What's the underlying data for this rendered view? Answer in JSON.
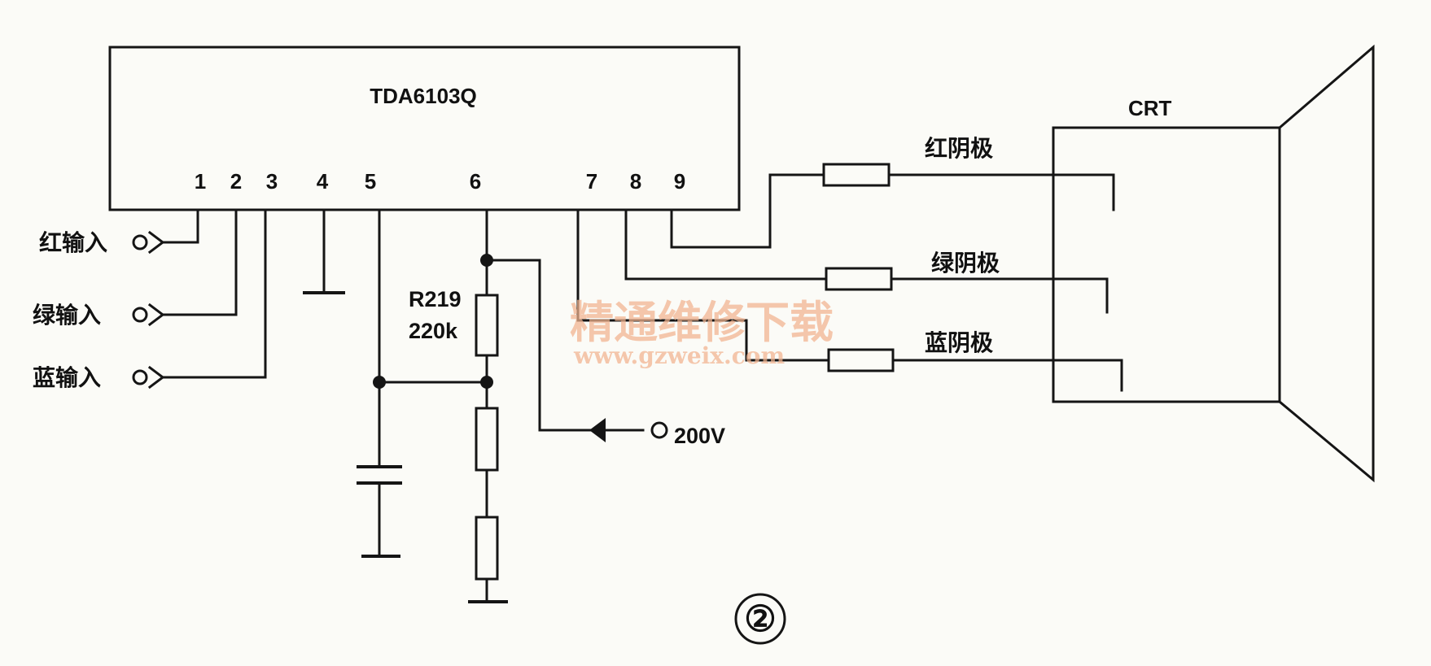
{
  "ic": {
    "name": "TDA6103Q",
    "pins": [
      "1",
      "2",
      "3",
      "4",
      "5",
      "6",
      "7",
      "8",
      "9"
    ]
  },
  "inputs": {
    "red": "红输入",
    "green": "绿输入",
    "blue": "蓝输入"
  },
  "resistor": {
    "ref": "R219",
    "value": "220k"
  },
  "supply": "200V",
  "crt": {
    "label": "CRT",
    "red_cathode": "红阴极",
    "green_cathode": "绿阴极",
    "blue_cathode": "蓝阴极"
  },
  "figure_number": "②",
  "watermark": {
    "cn": "精通维修下载",
    "url": "www.gzweix.com"
  }
}
